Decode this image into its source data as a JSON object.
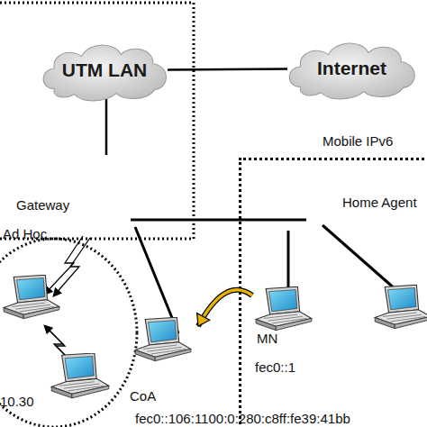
{
  "diagram": {
    "nodes": [
      {
        "text": [
          "UTM LAN"
        ]
      },
      {
        "text": [
          "Internet"
        ]
      },
      {
        "text": [
          "Mobile IPv6"
        ]
      },
      {
        "text": [
          "Ad Hoc"
        ]
      },
      {
        "text": [
          "CoA",
          "fec0::106:1100:0:280:c8ff:fe39:41bb"
        ]
      },
      {
        "text": [
          "MN",
          "fec0::1"
        ],
        "in": 2
      }
    ],
    "edges": [
      {
        "from": 0,
        "to": 1,
        "arrow": "none"
      },
      {
        "from": 5,
        "to": 4,
        "arrow": "to"
      }
    ],
    "labels": [
      "Gateway",
      "Home Agent",
      "10.30"
    ]
  }
}
